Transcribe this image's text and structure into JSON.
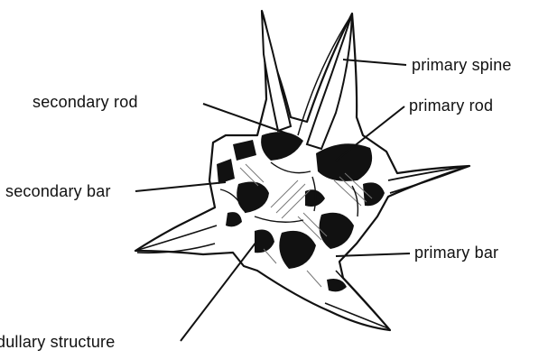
{
  "labels": {
    "primary_spine": "primary spine",
    "secondary_rod": "secondary rod",
    "primary_rod": "primary rod",
    "secondary_bar": "secondary bar",
    "primary_bar": "primary bar",
    "medullary_structure": "dullary structure"
  },
  "colors": {
    "ink": "#111111",
    "background": "#ffffff",
    "shade": "#888888"
  }
}
